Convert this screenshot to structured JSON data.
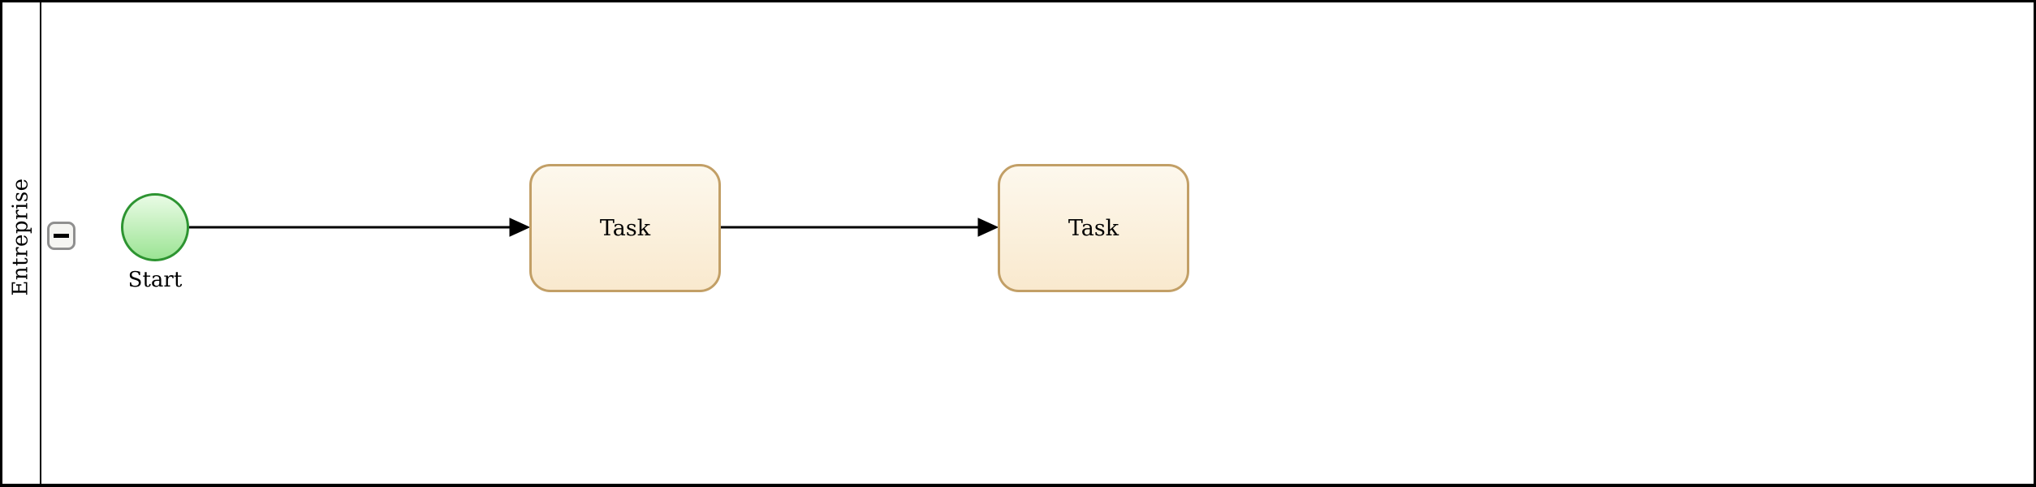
{
  "diagram": {
    "type": "bpmn-pool",
    "pool": {
      "label": "Entreprise",
      "collapse_button_glyph": "−"
    },
    "nodes": [
      {
        "id": "start",
        "type": "start-event",
        "label": "Start"
      },
      {
        "id": "task1",
        "type": "task",
        "label": "Task"
      },
      {
        "id": "task2",
        "type": "task",
        "label": "Task"
      }
    ],
    "connectors": [
      {
        "from": "start",
        "to": "task1",
        "style": "solid-arrow"
      },
      {
        "from": "task1",
        "to": "task2",
        "style": "solid-arrow"
      }
    ]
  },
  "theme": {
    "pool-border": "#000000",
    "connector": "#000000",
    "start-stroke": "#2d9431",
    "start-fill-top": "#e9fbe5",
    "start-fill-bottom": "#9ce494",
    "task-stroke": "#c29f66",
    "task-fill-top": "#fdf8ed",
    "task-fill-bottom": "#f9e9ce",
    "button-border": "#8f8f8f",
    "button-fill": "#f5f5f2",
    "text-color": "#000000"
  }
}
